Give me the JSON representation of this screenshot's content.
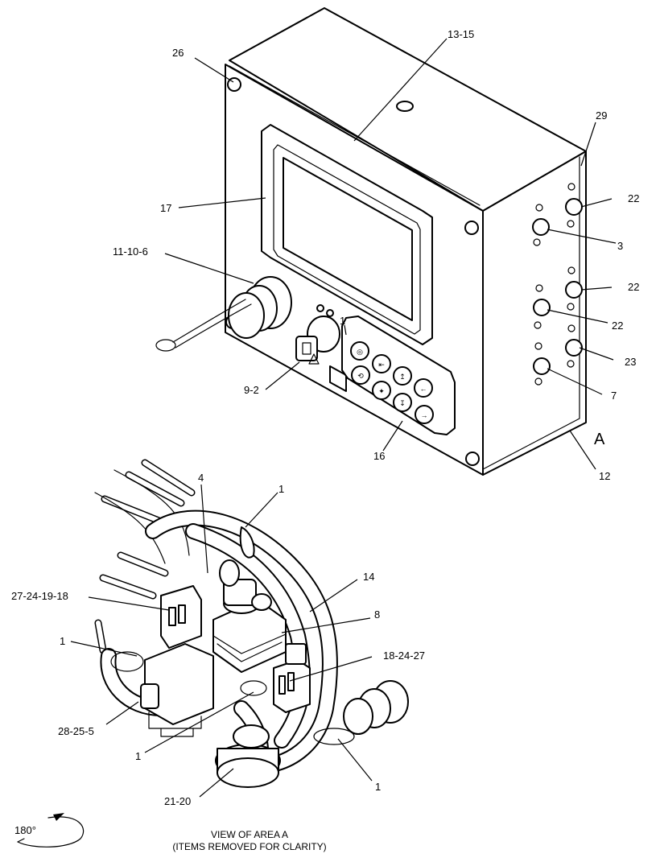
{
  "callouts": {
    "c_13_15": "13-15",
    "c_26": "26",
    "c_29": "29",
    "c_17": "17",
    "c_22a": "22",
    "c_3": "3",
    "c_11_10_6": "11-10-6",
    "c_22b": "22",
    "c_22c": "22",
    "c_23": "23",
    "c_1_top": "1",
    "c_9_2": "9-2",
    "c_7": "7",
    "c_16": "16",
    "c_12": "12",
    "c_4": "4",
    "c_1_b": "1",
    "c_14": "14",
    "c_27_24_19_18": "27-24-19-18",
    "c_8": "8",
    "c_1_c": "1",
    "c_18_24_27": "18-24-27",
    "c_28_25_5": "28-25-5",
    "c_1_d": "1",
    "c_1_e": "1",
    "c_21_20": "21-20"
  },
  "area_label": "A",
  "rotation": "180°",
  "caption": {
    "line1": "VIEW OF AREA  A",
    "line2": "(ITEMS REMOVED FOR CLARITY)"
  },
  "keypad": {
    "keys": [
      "◎",
      "⇤",
      "↥",
      "←",
      "⟲",
      "✦",
      "↧",
      "→",
      "⌂",
      "⇲"
    ]
  }
}
